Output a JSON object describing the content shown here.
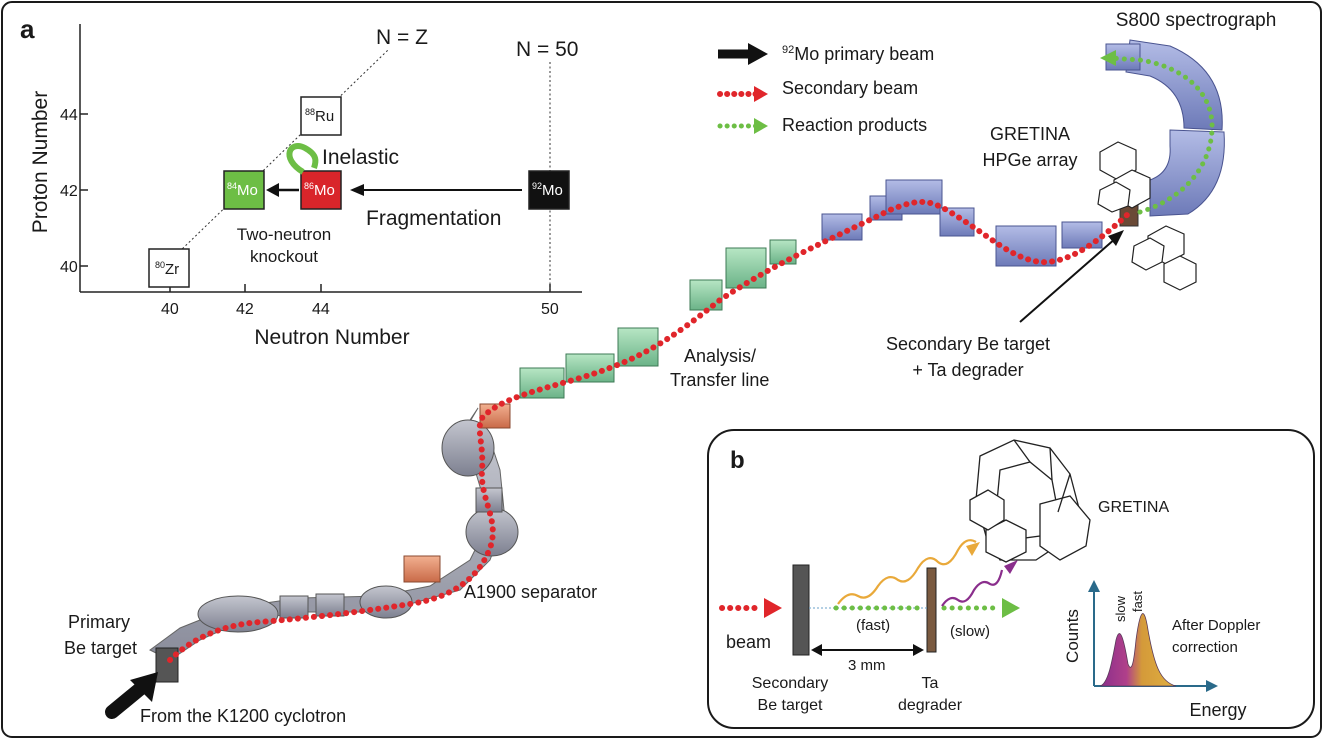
{
  "panel_a": {
    "label": "a",
    "chart": {
      "ylabel": "Proton Number",
      "xlabel": "Neutron Number",
      "y_ticks": [
        "44",
        "42",
        "40"
      ],
      "x_ticks": [
        "40",
        "42",
        "44",
        "50"
      ],
      "nz_line": "N = Z",
      "n50_line": "N = 50",
      "nuclei": {
        "zr80": {
          "mass": "80",
          "symbol": "Zr"
        },
        "ru88": {
          "mass": "88",
          "symbol": "Ru"
        },
        "mo84": {
          "mass": "84",
          "symbol": "Mo"
        },
        "mo86": {
          "mass": "86",
          "symbol": "Mo"
        },
        "mo92": {
          "mass": "92",
          "symbol": "Mo"
        }
      },
      "inelastic": "Inelastic",
      "fragmentation": "Fragmentation",
      "knockout_1": "Two-neutron",
      "knockout_2": "knockout"
    },
    "legend": {
      "primary_mass": "92",
      "primary_text": "Mo primary beam",
      "secondary": "Secondary beam",
      "products": "Reaction products"
    },
    "labels": {
      "s800": "S800 spectrograph",
      "gretina_1": "GRETINA",
      "gretina_2": "HPGe array",
      "analysis_1": "Analysis/",
      "analysis_2": "Transfer line",
      "target_1": "Secondary Be target",
      "target_2": "+ Ta degrader",
      "a1900": "A1900 separator",
      "primary_1": "Primary",
      "primary_2": "Be target",
      "cyclotron": "From the K1200 cyclotron"
    }
  },
  "panel_b": {
    "label": "b",
    "gretina": "GRETINA",
    "beam": "beam",
    "fast": "(fast)",
    "slow": "(slow)",
    "distance": "3 mm",
    "target_1": "Secondary",
    "target_2": "Be target",
    "degrader_1": "Ta",
    "degrader_2": "degrader",
    "spectrum": {
      "ylabel": "Counts",
      "xlabel": "Energy",
      "peak_slow": "slow",
      "peak_fast": "fast",
      "note_1": "After Doppler",
      "note_2": "correction"
    }
  },
  "colors": {
    "beam_red": "#e0262b",
    "product_green": "#6dbe45",
    "magnet_blue": "#8a96cf",
    "magnet_gray": "#9a9ca6",
    "magnet_green": "#8fd0a4",
    "gamma_fast": "#e9a93a",
    "gamma_slow": "#8a2e8c"
  }
}
